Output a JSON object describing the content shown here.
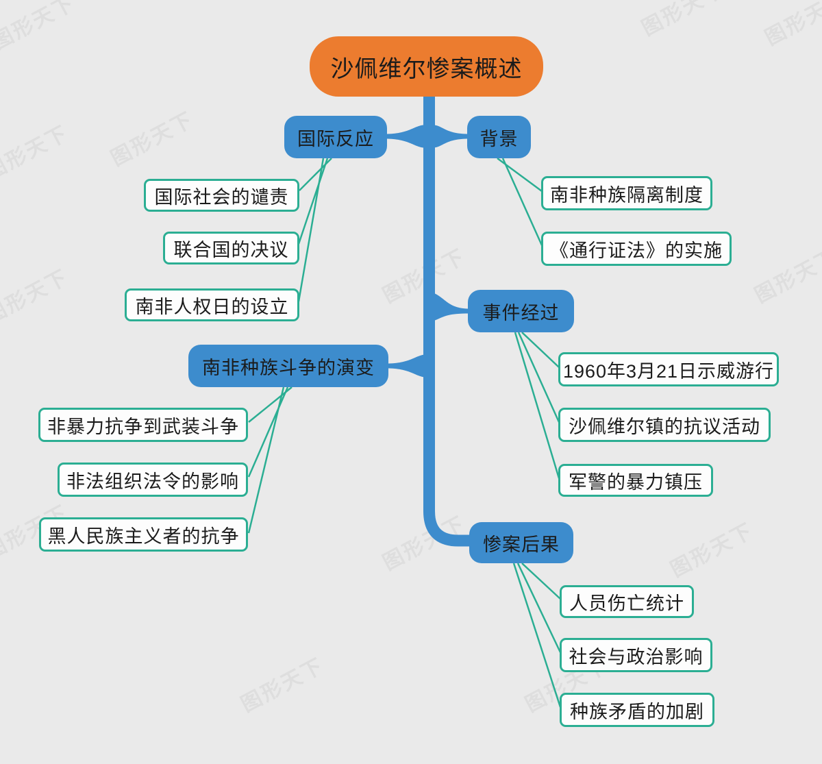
{
  "canvas": {
    "watermark_text": "图形天下"
  },
  "colors": {
    "background": "#eaeaea",
    "root_fill": "#ec7c2f",
    "branch_fill": "#3d8ccd",
    "leaf_border": "#2bae93",
    "leaf_fill": "#fdfdfd",
    "text": "#1b1b1b"
  },
  "root": {
    "label": "沙佩维尔惨案概述"
  },
  "branches": [
    {
      "label": "国际反应",
      "children": [
        "国际社会的谴责",
        "联合国的决议",
        "南非人权日的设立"
      ]
    },
    {
      "label": "背景",
      "children": [
        "南非种族隔离制度",
        "《通行证法》的实施"
      ]
    },
    {
      "label": "事件经过",
      "children": [
        "1960年3月21日示威游行",
        "沙佩维尔镇的抗议活动",
        "军警的暴力镇压"
      ]
    },
    {
      "label": "南非种族斗争的演变",
      "children": [
        "非暴力抗争到武装斗争",
        "非法组织法令的影响",
        "黑人民族主义者的抗争"
      ]
    },
    {
      "label": "惨案后果",
      "children": [
        "人员伤亡统计",
        "社会与政治影响",
        "种族矛盾的加剧"
      ]
    }
  ]
}
